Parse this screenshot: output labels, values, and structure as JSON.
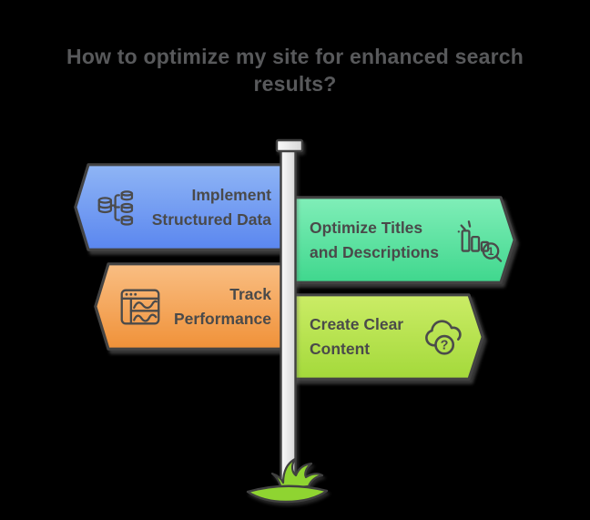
{
  "title": {
    "text": "How to optimize my site for enhanced search results?",
    "line1": "How to optimize my site for enhanced search",
    "line2": "results?",
    "color": "#58595B"
  },
  "signs": [
    {
      "name": "implement-structured-data",
      "line1": "Implement",
      "line2": "Structured Data",
      "direction": "left",
      "icon": "structured-data-icon",
      "color_top": "#8FB5F5",
      "color_bottom": "#5A86EF",
      "text_color": "#4A4A4A",
      "border_color": "#434343"
    },
    {
      "name": "optimize-titles-and-descriptions",
      "line1": "Optimize Titles",
      "line2": "and Descriptions",
      "direction": "right",
      "icon": "seo-rank-search-icon",
      "color_top": "#80EEB8",
      "color_bottom": "#3FD78D",
      "text_color": "#4A4A4A",
      "border_color": "#434343"
    },
    {
      "name": "track-performance",
      "line1": "Track",
      "line2": "Performance",
      "direction": "left",
      "icon": "analytics-window-icon",
      "color_top": "#F9BE83",
      "color_bottom": "#F09138",
      "text_color": "#4A4A4A",
      "border_color": "#434343"
    },
    {
      "name": "create-clear-content",
      "line1": "Create Clear",
      "line2": "Content",
      "direction": "right",
      "icon": "cloud-question-icon",
      "color_top": "#CBEC66",
      "color_bottom": "#A3D93A",
      "text_color": "#4A4A4A",
      "border_color": "#434343"
    }
  ],
  "signpost": {
    "pole_light": "#FBFBFB",
    "pole_dark": "#D7D7D7",
    "pole_border": "#404040",
    "grass_fill": "#8FD431",
    "grass_border": "#404040"
  },
  "icon_glyphs": {
    "rank_number": "1",
    "question_mark": "?"
  },
  "background_color": "#000000"
}
